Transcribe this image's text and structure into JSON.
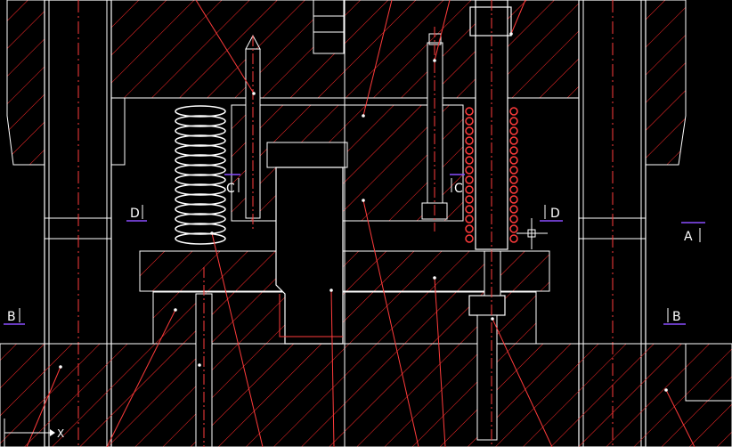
{
  "drawing": {
    "colors": {
      "background": "#000000",
      "outline": "#ffffff",
      "hatch": "#ff2a2a",
      "leader": "#ff3b3b",
      "dimension": "#8a4dff",
      "spring": "#ffffff"
    },
    "section_labels": {
      "a": "A",
      "b_left": "B",
      "b_right": "B",
      "c_left": "C",
      "c_right": "C",
      "d_left": "D",
      "d_right": "D"
    },
    "axis": {
      "x_label": "X"
    }
  }
}
